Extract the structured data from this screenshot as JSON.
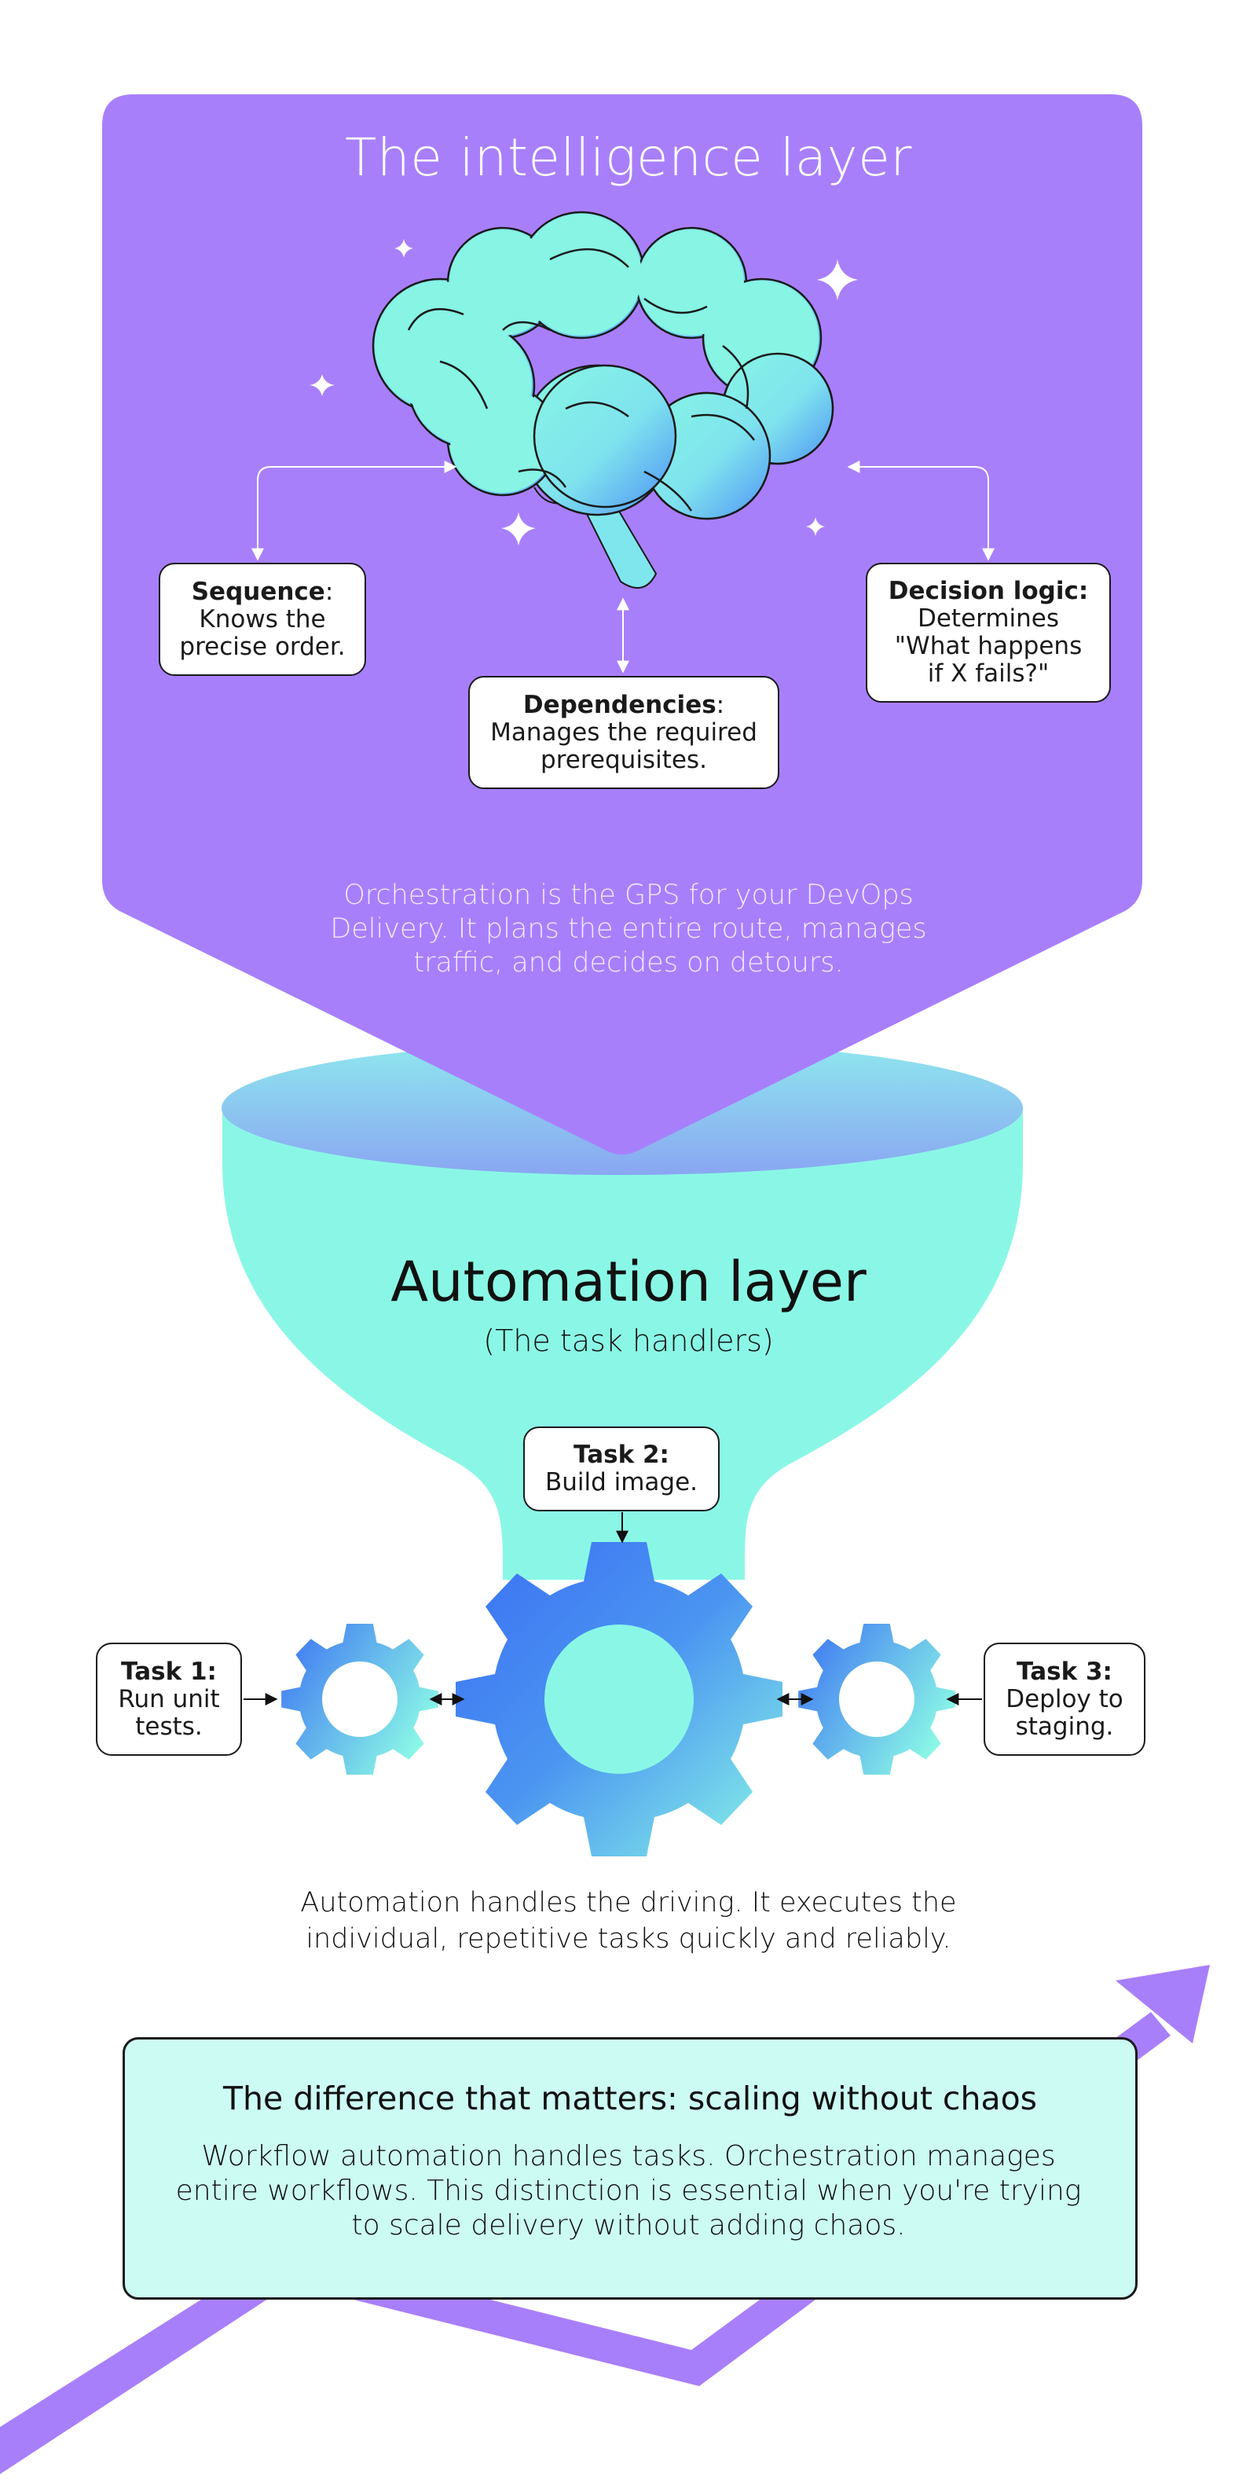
{
  "intelligence": {
    "title": "The intelligence layer",
    "description": "Orchestration is the GPS for your DevOps Delivery. It plans the entire route, manages traffic, and decides on detours.",
    "sequence": {
      "bold": "Sequence",
      "rest": ":",
      "line1": "Knows the",
      "line2": "precise order."
    },
    "dependencies": {
      "bold": "Dependencies",
      "rest": ":",
      "line1": "Manages the required",
      "line2": "prerequisites."
    },
    "decision": {
      "bold": "Decision logic:",
      "line1": "Determines",
      "line2": "\"What happens",
      "line3": "if X fails?\""
    }
  },
  "automation": {
    "title": "Automation layer",
    "subtitle": "(The task handlers)",
    "description": "Automation handles the driving. It executes the individual, repetitive tasks quickly and reliably.",
    "task1": {
      "bold": "Task 1:",
      "line1": "Run unit",
      "line2": "tests."
    },
    "task2": {
      "bold": "Task 2:",
      "line1": "Build image."
    },
    "task3": {
      "bold": "Task 3:",
      "line1": "Deploy to",
      "line2": "staging."
    }
  },
  "difference": {
    "title": "The difference that matters: scaling without chaos",
    "text": "Workflow automation handles tasks. Orchestration manages entire workflows. This distinction is essential when you're trying to scale delivery without adding chaos."
  },
  "colors": {
    "purple": "#a87ffb",
    "mint": "#8af7e6",
    "blue": "#3d7ef5",
    "light_mint": "#ccfbf3"
  },
  "icons": [
    "brain-icon",
    "sparkle-icon",
    "gear-icon",
    "arrow-icon"
  ]
}
